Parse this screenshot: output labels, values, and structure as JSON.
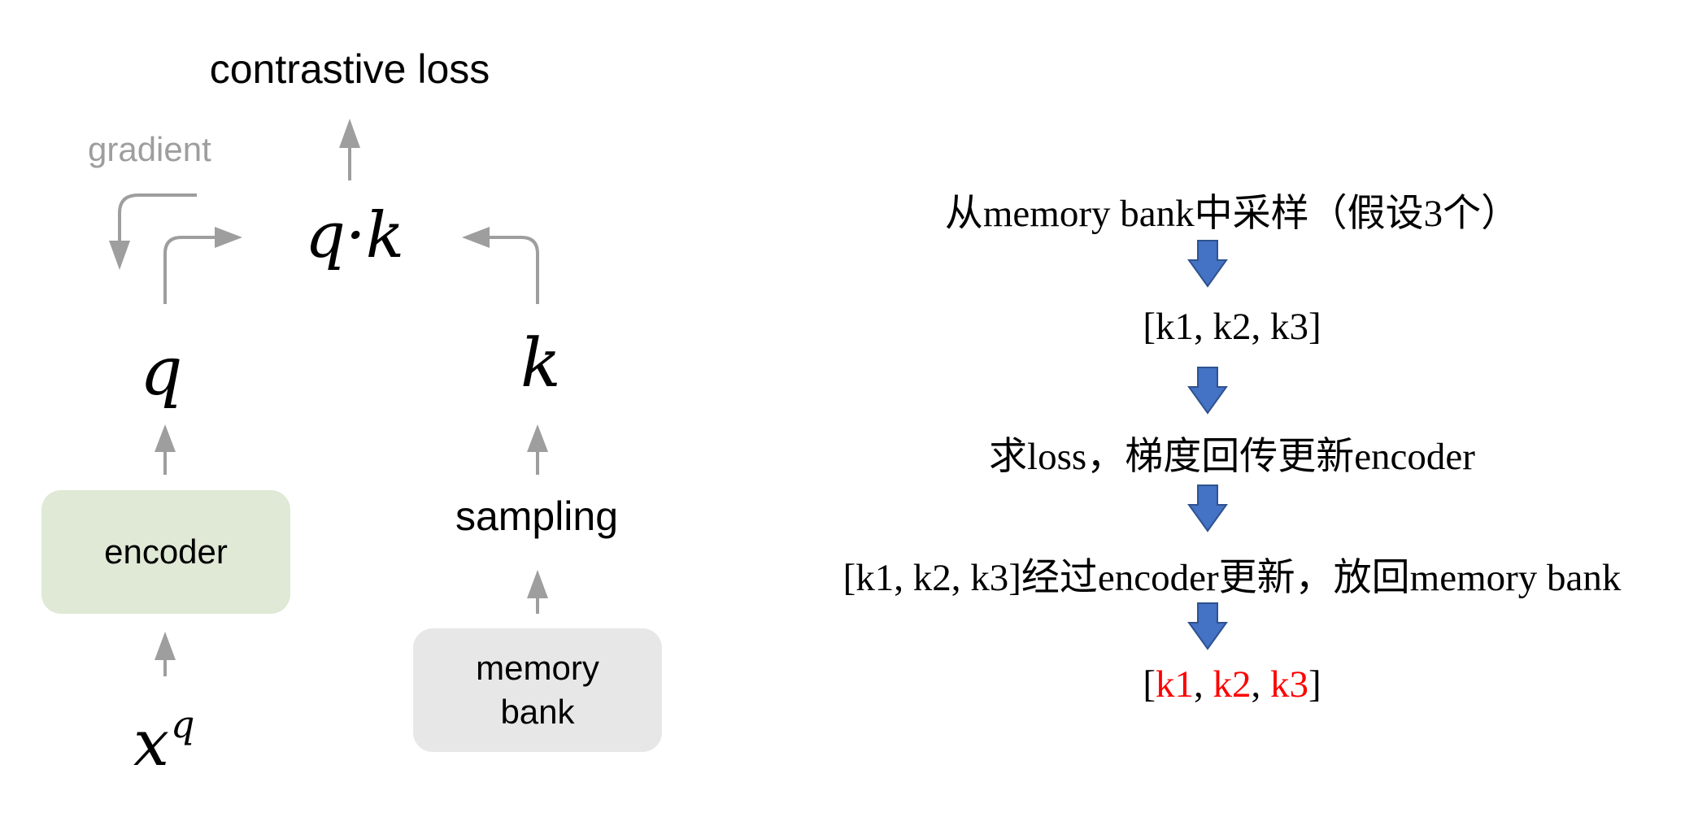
{
  "left_diagram": {
    "title": "contrastive loss",
    "gradient_label": "gradient",
    "qk_label": "q·k",
    "q_label": "q",
    "k_label": "k",
    "xq_base": "x",
    "xq_sup": "q",
    "encoder_label": "encoder",
    "sampling_label": "sampling",
    "memory_bank_line1": "memory",
    "memory_bank_line2": "bank",
    "arrow_color": "#9e9e9e",
    "encoder_color": "#dfe9d5",
    "memory_bank_color": "#e7e7e7"
  },
  "right_flow": {
    "steps": [
      "从memory bank中采样（假设3个）",
      "[k1, k2, k3]",
      "求loss，梯度回传更新encoder",
      "[k1, k2, k3]经过encoder更新，放回memory bank"
    ],
    "final": {
      "open": "[",
      "k1": "k1",
      "sep1": ", ",
      "k2": "k2",
      "sep2": ", ",
      "k3": "k3",
      "close": "]"
    },
    "arrow_color": "#4472c4",
    "highlight_color": "#ff0000"
  }
}
